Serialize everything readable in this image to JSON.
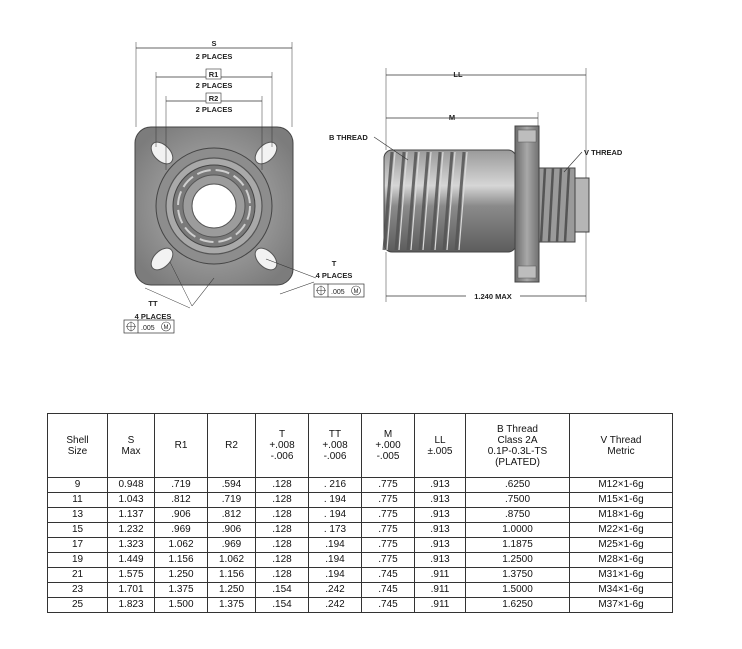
{
  "drawing": {
    "s_label": "S",
    "s_places": "2 PLACES",
    "r1_label": "R1",
    "r1_places": "2 PLACES",
    "r2_label": "R2",
    "r2_places": "2 PLACES",
    "t_label": "T",
    "t_places": "4 PLACES",
    "t_tolerance": ".005",
    "tt_label": "TT",
    "tt_places": "4 PLACES",
    "tt_tolerance": ".005",
    "modifier": "M",
    "ll_label": "LL",
    "m_label": "M",
    "b_thread_label": "B THREAD",
    "v_thread_label": "V THREAD",
    "overall_length": "1.240 MAX"
  },
  "table": {
    "headers": [
      "Shell\nSize",
      "S\nMax",
      "R1",
      "R2",
      "T\n+.008\n-.006",
      "TT\n+.008\n-.006",
      "M\n+.000\n-.005",
      "LL\n±.005",
      "B Thread\nClass 2A\n0.1P-0.3L-TS\n(PLATED)",
      "V Thread\nMetric"
    ],
    "rows": [
      [
        "9",
        "0.948",
        ".719",
        ".594",
        ".128",
        ". 216",
        ".775",
        ".913",
        ".6250",
        "M12×1-6g"
      ],
      [
        "11",
        "1.043",
        ".812",
        ".719",
        ".128",
        ". 194",
        ".775",
        ".913",
        ".7500",
        "M15×1-6g"
      ],
      [
        "13",
        "1.137",
        ".906",
        ".812",
        ".128",
        ". 194",
        ".775",
        ".913",
        ".8750",
        "M18×1-6g"
      ],
      [
        "15",
        "1.232",
        ".969",
        ".906",
        ".128",
        ". 173",
        ".775",
        ".913",
        "1.0000",
        "M22×1-6g"
      ],
      [
        "17",
        "1.323",
        "1.062",
        ".969",
        ".128",
        ".194",
        ".775",
        ".913",
        "1.1875",
        "M25×1-6g"
      ],
      [
        "19",
        "1.449",
        "1.156",
        "1.062",
        ".128",
        ".194",
        ".775",
        ".913",
        "1.2500",
        "M28×1-6g"
      ],
      [
        "21",
        "1.575",
        "1.250",
        "1.156",
        ".128",
        ".194",
        ".745",
        ".911",
        "1.3750",
        "M31×1-6g"
      ],
      [
        "23",
        "1.701",
        "1.375",
        "1.250",
        ".154",
        ".242",
        ".745",
        ".911",
        "1.5000",
        "M34×1-6g"
      ],
      [
        "25",
        "1.823",
        "1.500",
        "1.375",
        ".154",
        ".242",
        ".745",
        ".911",
        "1.6250",
        "M37×1-6g"
      ]
    ]
  }
}
